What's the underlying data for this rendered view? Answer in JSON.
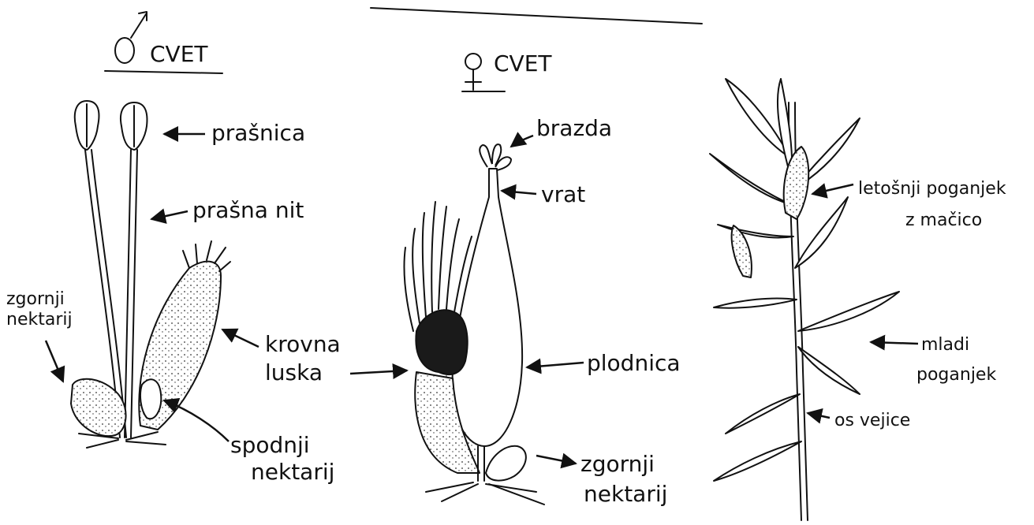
{
  "male_flower": {
    "title": "CVET",
    "symbol": "male-symbol",
    "labels": {
      "anther": "prašnica",
      "filament": "prašna nit",
      "upper_nectary": [
        "zgornji",
        "nektarij"
      ],
      "bract": [
        "krovna",
        "luska"
      ],
      "lower_nectary": [
        "spodnji",
        "nektarij"
      ]
    }
  },
  "female_flower": {
    "title": "CVET",
    "symbol": "female-symbol",
    "labels": {
      "stigma": "brazda",
      "style": "vrat",
      "ovary": "plodnica",
      "upper_nectary": [
        "zgornji",
        "nektarij"
      ]
    }
  },
  "shoot": {
    "labels": {
      "this_year_shoot": [
        "letošnji poganjek",
        "z mačico"
      ],
      "young_shoot": [
        "mladi",
        "poganjek"
      ],
      "twig_axis": "os vejice"
    }
  },
  "colors": {
    "ink": "#111111",
    "paper": "#ffffff"
  }
}
